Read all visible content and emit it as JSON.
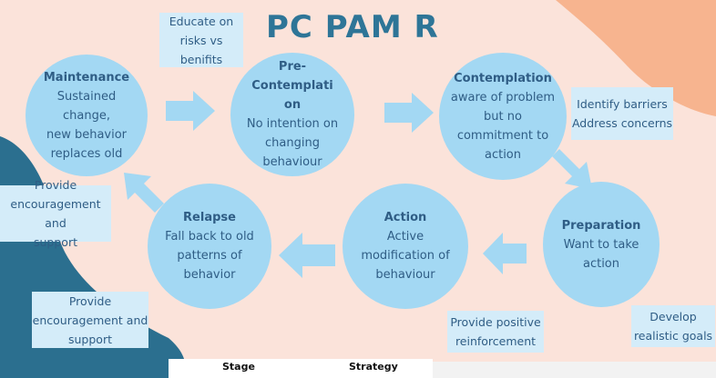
{
  "title": "PC PAM R",
  "stages": {
    "maintenance": {
      "name": "Maintenance",
      "desc": [
        "Sustained change,",
        "new behavior",
        "replaces old"
      ]
    },
    "precontemplation": {
      "name": [
        "Pre-Contemplati",
        "on"
      ],
      "desc": [
        "No intention on",
        "changing",
        "behaviour"
      ]
    },
    "contemplation": {
      "name": "Contemplation",
      "desc": [
        "aware of problem",
        "but no",
        "commitment to",
        "action"
      ]
    },
    "preparation": {
      "name": "Preparation",
      "desc": [
        "Want to take",
        "action"
      ]
    },
    "action": {
      "name": "Action",
      "desc": [
        "Active",
        "modification of",
        "behaviour"
      ]
    },
    "relapse": {
      "name": "Relapse",
      "desc": [
        "Fall back to old",
        "patterns of",
        "behavior"
      ]
    }
  },
  "strategies": {
    "educate": [
      "Educate on",
      "risks vs",
      "benifits"
    ],
    "identify": [
      "Identify barriers",
      "Address concerns"
    ],
    "provide_support_1": [
      "Provide",
      "encouragement and",
      "support"
    ],
    "provide_support_2": [
      "Provide",
      "encouragement and",
      "support"
    ],
    "positive_reinforcement": [
      "Provide positive",
      "reinforcement"
    ],
    "realistic_goals": [
      "Develop",
      "realistic goals"
    ]
  },
  "legend": {
    "stage": "Stage",
    "strategy": "Strategy"
  },
  "colors": {
    "background": "#fbe3da",
    "circle": "#a3d8f3",
    "note": "#d4ecf9",
    "arrow": "#a3d8f3",
    "title": "#2e7597",
    "dark_blob": "#2b6f8f",
    "peach_blob": "#f7b48f"
  }
}
